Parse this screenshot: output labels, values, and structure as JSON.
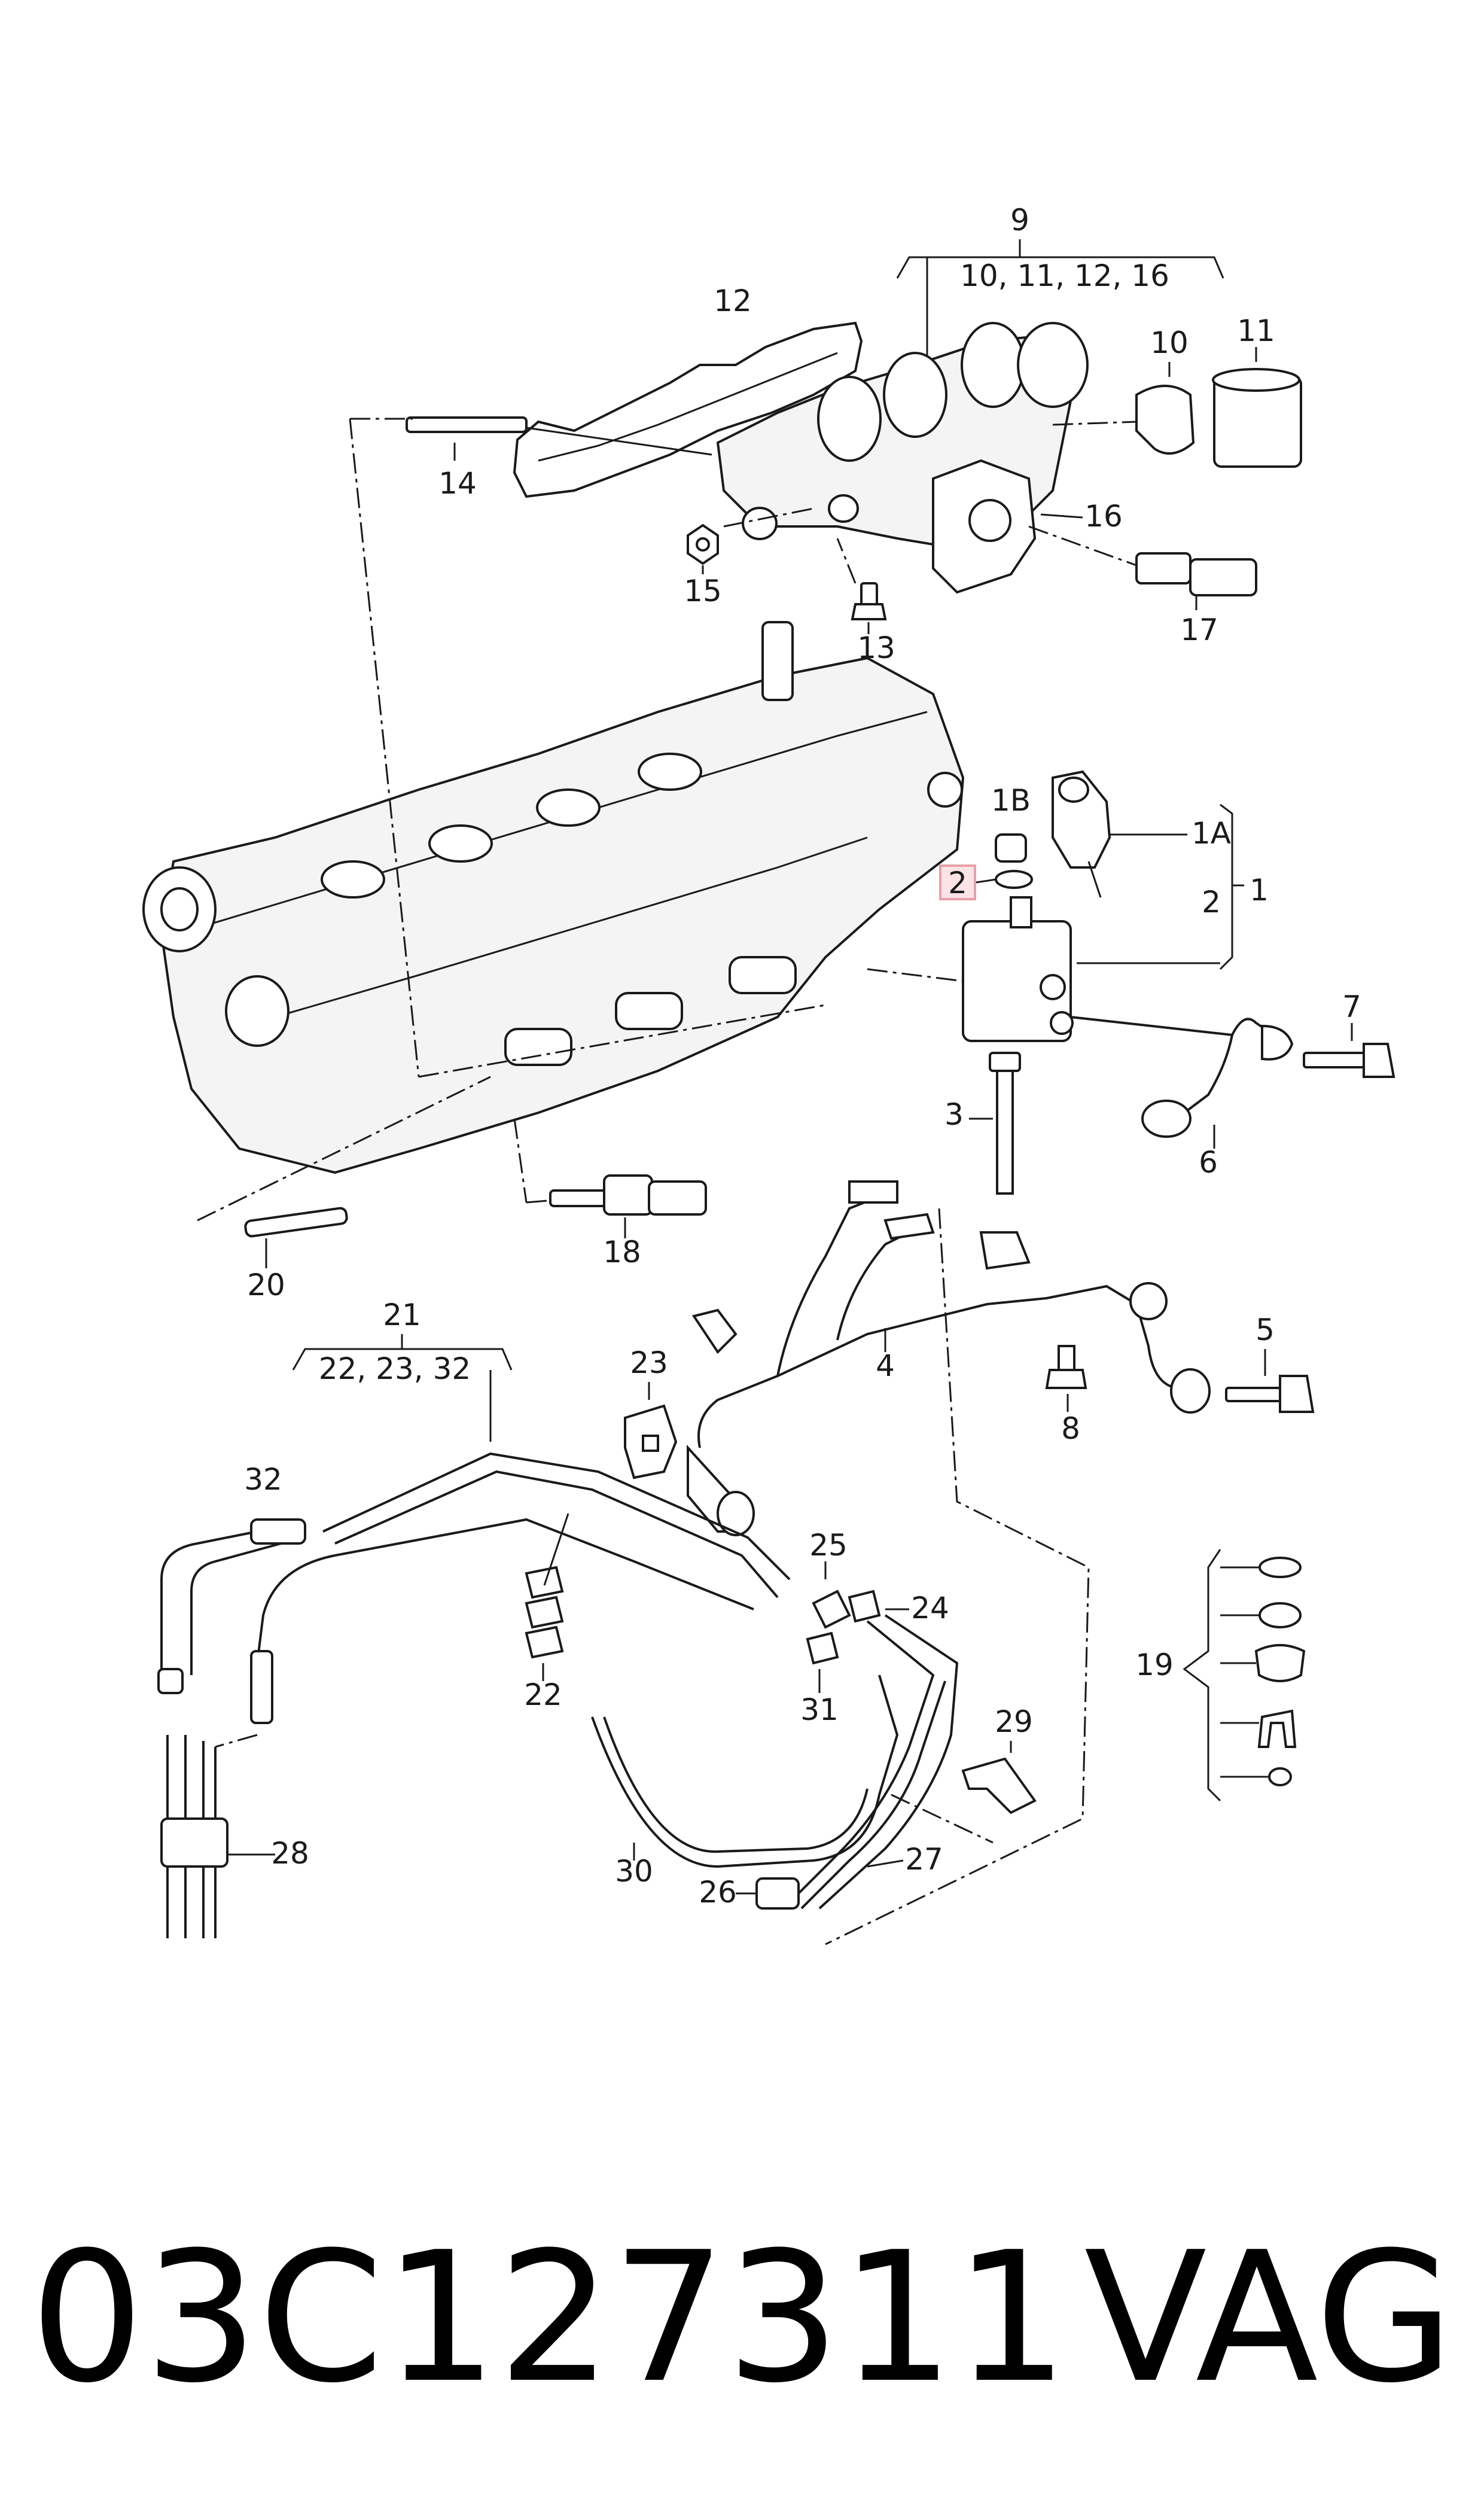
{
  "callouts": {
    "c1": "1",
    "c1A": "1A",
    "c1B": "1B",
    "c2": "2",
    "c2b": "2",
    "c3": "3",
    "c4": "4",
    "c5": "5",
    "c6": "6",
    "c7": "7",
    "c8": "8",
    "c9": "9",
    "c9sub": "10, 11, 12, 16",
    "c10": "10",
    "c11": "11",
    "c12": "12",
    "c13": "13",
    "c14": "14",
    "c15": "15",
    "c16": "16",
    "c17": "17",
    "c18": "18",
    "c19": "19",
    "c20": "20",
    "c21": "21",
    "c21sub": "22, 23, 32",
    "c22": "22",
    "c23": "23",
    "c24": "24",
    "c25": "25",
    "c26": "26",
    "c27": "27",
    "c28": "28",
    "c29": "29",
    "c30": "30",
    "c31": "31",
    "c32": "32"
  },
  "highlight_color": "#e8a0a8",
  "footer": {
    "part_number": "03C127311",
    "brand": "VAG"
  }
}
